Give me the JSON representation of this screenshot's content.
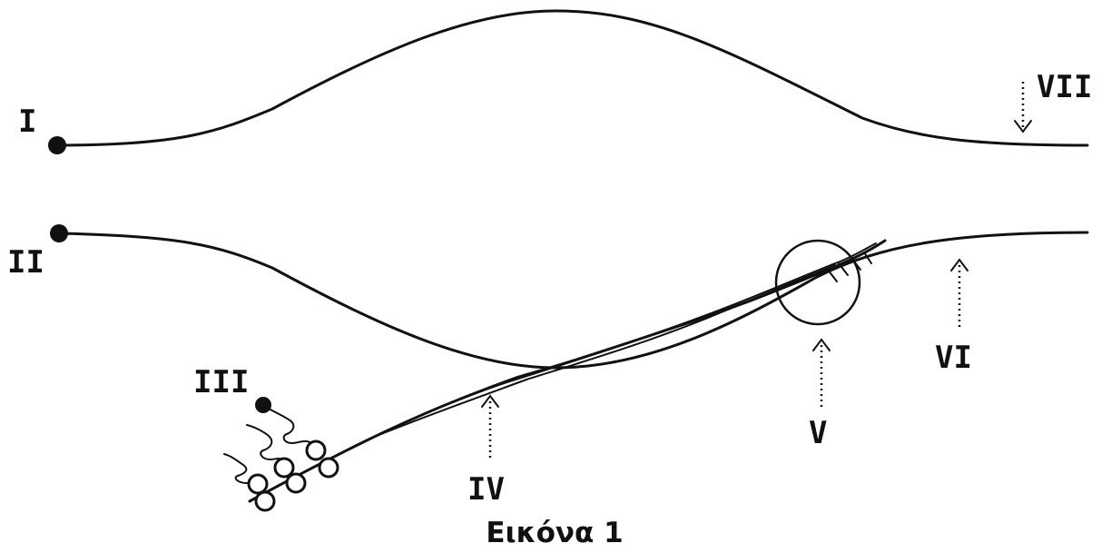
{
  "labels": {
    "I": "I",
    "II": "II",
    "III": "III",
    "IV": "IV",
    "V": "V",
    "VI": "VI",
    "VII": "VII"
  },
  "caption": "Εικόνα 1",
  "colors": {
    "ink": "#111111",
    "background": "#ffffff"
  }
}
